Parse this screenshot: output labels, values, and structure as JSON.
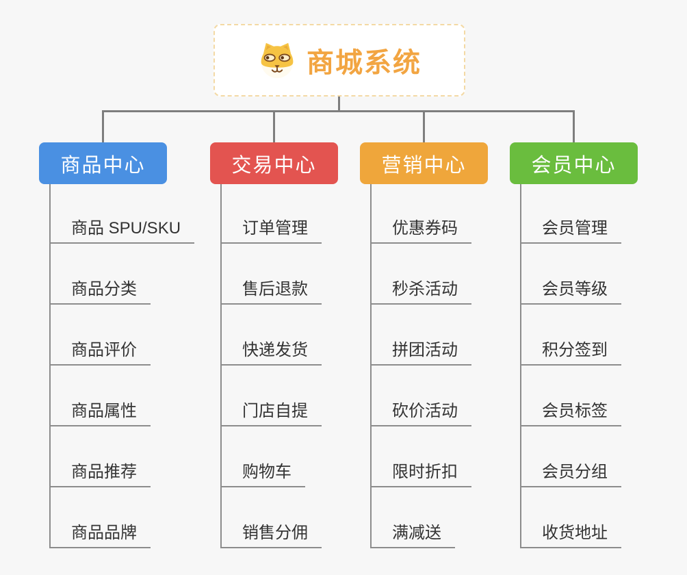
{
  "root": {
    "title": "商城系统",
    "icon": "dog-face-icon",
    "accent_color": "#F2A542",
    "border_color": "#F3D9A4"
  },
  "connector_color": "#7E7E7E",
  "branches": [
    {
      "label": "商品中心",
      "color": "#4A90E2",
      "items": [
        "商品 SPU/SKU",
        "商品分类",
        "商品评价",
        "商品属性",
        "商品推荐",
        "商品品牌"
      ]
    },
    {
      "label": "交易中心",
      "color": "#E35450",
      "items": [
        "订单管理",
        "售后退款",
        "快递发货",
        "门店自提",
        "购物车",
        "销售分佣"
      ]
    },
    {
      "label": "营销中心",
      "color": "#EFA63B",
      "items": [
        "优惠券码",
        "秒杀活动",
        "拼团活动",
        "砍价活动",
        "限时折扣",
        "满减送"
      ]
    },
    {
      "label": "会员中心",
      "color": "#6ABD3E",
      "items": [
        "会员管理",
        "会员等级",
        "积分签到",
        "会员标签",
        "会员分组",
        "收货地址"
      ]
    }
  ]
}
